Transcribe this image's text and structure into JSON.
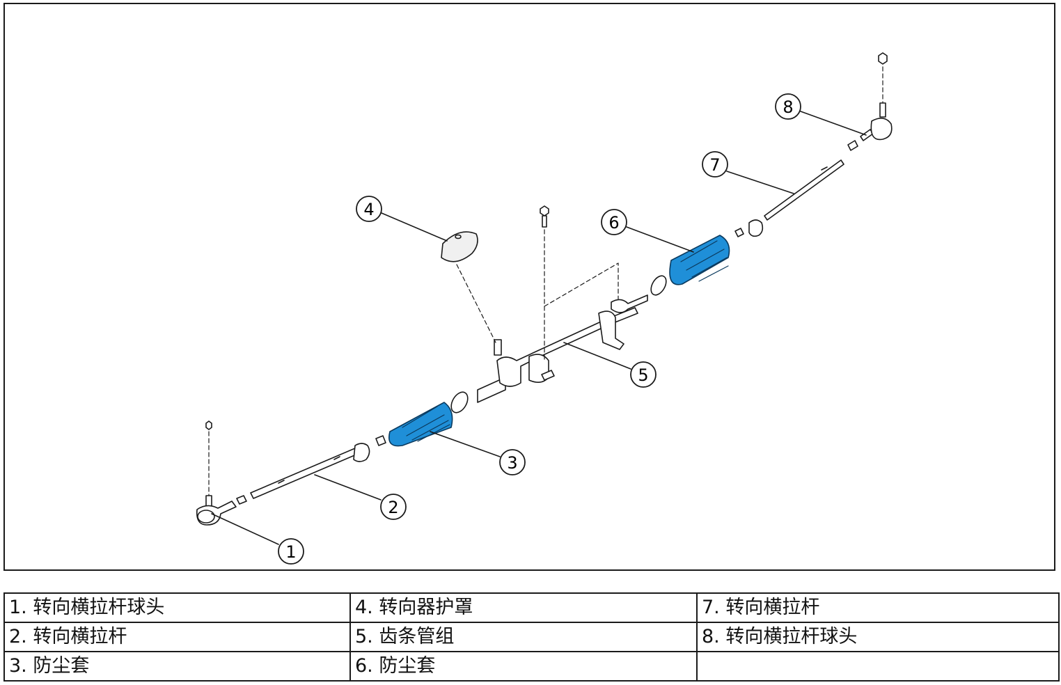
{
  "diagram": {
    "callouts": [
      {
        "id": "1",
        "label": "1"
      },
      {
        "id": "2",
        "label": "2"
      },
      {
        "id": "3",
        "label": "3"
      },
      {
        "id": "4",
        "label": "4"
      },
      {
        "id": "5",
        "label": "5"
      },
      {
        "id": "6",
        "label": "6"
      },
      {
        "id": "7",
        "label": "7"
      },
      {
        "id": "8",
        "label": "8"
      }
    ],
    "boot_color": "#1f8fd8",
    "line_color": "#1a1a1a"
  },
  "legend": {
    "rows": [
      [
        "1. 转向横拉杆球头",
        "4. 转向器护罩",
        "7. 转向横拉杆"
      ],
      [
        "2. 转向横拉杆",
        "5. 齿条管组",
        "8. 转向横拉杆球头"
      ],
      [
        "3. 防尘套",
        " 6. 防尘套",
        ""
      ]
    ]
  }
}
